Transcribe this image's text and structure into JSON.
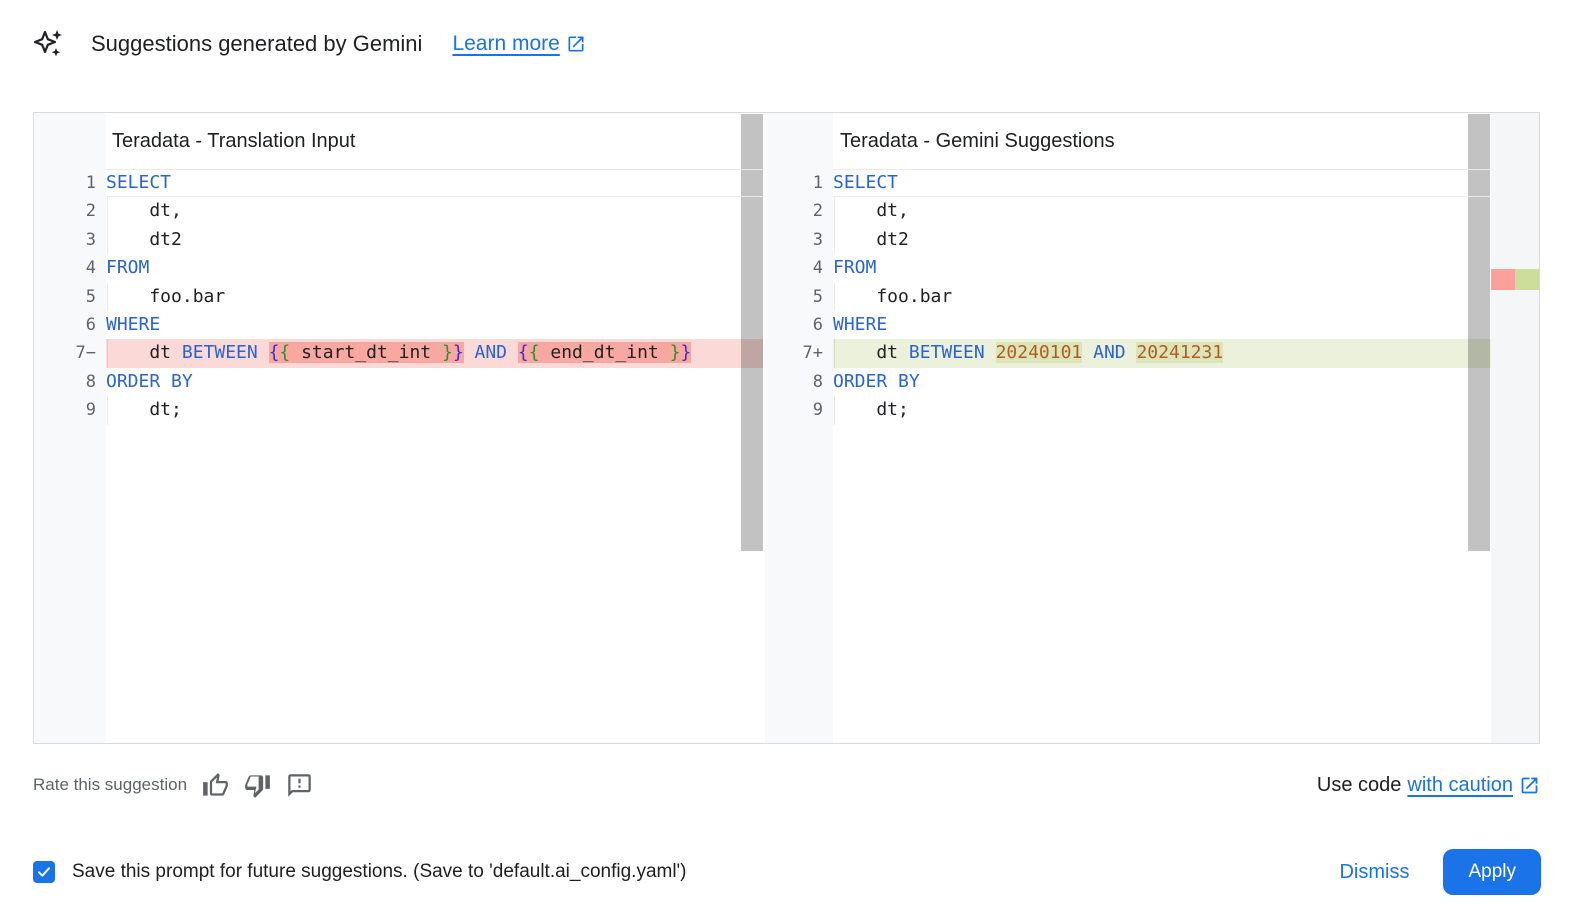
{
  "header": {
    "title": "Suggestions generated by Gemini",
    "learn_more_label": "Learn more"
  },
  "diff": {
    "panes": [
      {
        "title": "Teradata - Translation Input",
        "lines": [
          {
            "n": 1,
            "tokens": [
              {
                "t": "SELECT",
                "c": "kw"
              }
            ]
          },
          {
            "n": 2,
            "indent": true,
            "tokens": [
              {
                "t": "    dt,",
                "c": "id"
              }
            ]
          },
          {
            "n": 3,
            "indent": true,
            "tokens": [
              {
                "t": "    dt2",
                "c": "id"
              }
            ]
          },
          {
            "n": 4,
            "tokens": [
              {
                "t": "FROM",
                "c": "kw"
              }
            ]
          },
          {
            "n": 5,
            "indent": true,
            "tokens": [
              {
                "t": "    foo.bar",
                "c": "id"
              }
            ]
          },
          {
            "n": 6,
            "tokens": [
              {
                "t": "WHERE",
                "c": "kw"
              }
            ]
          },
          {
            "n": 7,
            "sign": "−",
            "diff": "del",
            "indent": true,
            "tokens": [
              {
                "t": "    dt ",
                "c": "id"
              },
              {
                "t": "BETWEEN ",
                "c": "kw"
              },
              {
                "t": "{",
                "c": "brA",
                "h": 1
              },
              {
                "t": "{",
                "c": "brB",
                "h": 1
              },
              {
                "t": " start_dt_int ",
                "c": "id",
                "h": 1
              },
              {
                "t": "}",
                "c": "brB",
                "h": 1
              },
              {
                "t": "}",
                "c": "brA",
                "h": 1
              },
              {
                "t": " ",
                "c": "id"
              },
              {
                "t": "AND",
                "c": "kw"
              },
              {
                "t": " ",
                "c": "id"
              },
              {
                "t": "{",
                "c": "brA",
                "h": 1
              },
              {
                "t": "{",
                "c": "brB",
                "h": 1
              },
              {
                "t": " end_dt_int ",
                "c": "id",
                "h": 1
              },
              {
                "t": "}",
                "c": "brB",
                "h": 1
              },
              {
                "t": "}",
                "c": "brA",
                "h": 1
              }
            ]
          },
          {
            "n": 8,
            "tokens": [
              {
                "t": "ORDER BY",
                "c": "kw"
              }
            ]
          },
          {
            "n": 9,
            "indent": true,
            "tokens": [
              {
                "t": "    dt;",
                "c": "id"
              }
            ]
          }
        ]
      },
      {
        "title": "Teradata - Gemini Suggestions",
        "lines": [
          {
            "n": 1,
            "tokens": [
              {
                "t": "SELECT",
                "c": "kw"
              }
            ]
          },
          {
            "n": 2,
            "indent": true,
            "tokens": [
              {
                "t": "    dt,",
                "c": "id"
              }
            ]
          },
          {
            "n": 3,
            "indent": true,
            "tokens": [
              {
                "t": "    dt2",
                "c": "id"
              }
            ]
          },
          {
            "n": 4,
            "tokens": [
              {
                "t": "FROM",
                "c": "kw"
              }
            ]
          },
          {
            "n": 5,
            "indent": true,
            "tokens": [
              {
                "t": "    foo.bar",
                "c": "id"
              }
            ]
          },
          {
            "n": 6,
            "tokens": [
              {
                "t": "WHERE",
                "c": "kw"
              }
            ]
          },
          {
            "n": 7,
            "sign": "+",
            "diff": "add",
            "indent": true,
            "tokens": [
              {
                "t": "    dt ",
                "c": "id"
              },
              {
                "t": "BETWEEN ",
                "c": "kw"
              },
              {
                "t": "20240101",
                "c": "num",
                "h": 1
              },
              {
                "t": " ",
                "c": "id"
              },
              {
                "t": "AND",
                "c": "kw"
              },
              {
                "t": " ",
                "c": "id"
              },
              {
                "t": "20241231",
                "c": "num",
                "h": 1
              }
            ]
          },
          {
            "n": 8,
            "tokens": [
              {
                "t": "ORDER BY",
                "c": "kw"
              }
            ]
          },
          {
            "n": 9,
            "indent": true,
            "tokens": [
              {
                "t": "    dt;",
                "c": "id"
              }
            ]
          }
        ]
      }
    ]
  },
  "footer": {
    "rate_label": "Rate this suggestion",
    "use_code_prefix": "Use code",
    "use_code_link": "with caution"
  },
  "bottom": {
    "save_label": "Save this prompt for future suggestions. (Save to 'default.ai_config.yaml')",
    "save_checked": true,
    "dismiss_label": "Dismiss",
    "apply_label": "Apply"
  },
  "icons": [
    "gemini-sparkle-icon",
    "external-link-icon",
    "thumb-up-icon",
    "thumb-down-icon",
    "feedback-icon",
    "checkbox-check-icon"
  ],
  "colors": {
    "accent_blue": "#1a73e8",
    "keyword_blue": "#2a63d4",
    "number_orange": "#b35c1e",
    "removed_line_bg": "#fbd9d6",
    "removed_char_bg": "#f8a8a1",
    "added_line_bg": "#ebf1db",
    "added_char_bg": "#dbe5b9",
    "ruler_removed": "#f9a19a",
    "ruler_added": "#cbdf9b",
    "gutter_bg": "#f8f9fa",
    "text_dark": "#202124",
    "text_gray": "#5f6368"
  }
}
